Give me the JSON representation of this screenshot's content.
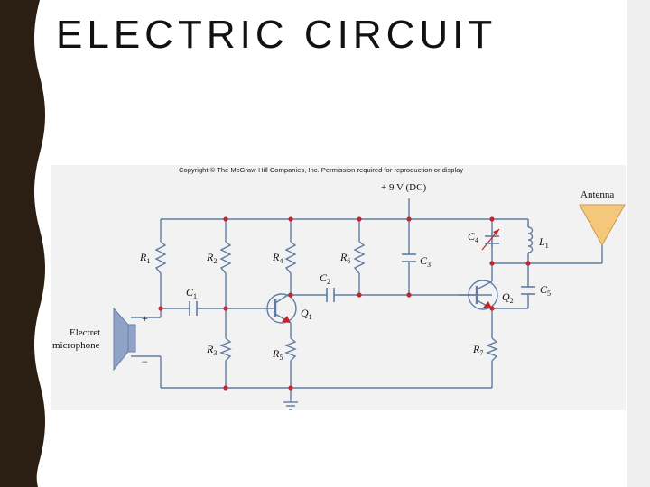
{
  "slide": {
    "title": "ELECTRIC CIRCUIT"
  },
  "figure": {
    "copyright": "Copyright © The McGraw-Hill Companies, Inc. Permission required for reproduction or display",
    "supply": "+ 9 V (DC)",
    "antenna": "Antenna",
    "microphone": [
      "Electret",
      "microphone"
    ],
    "plus": "+",
    "minus": "−",
    "components": {
      "R1": {
        "base": "R",
        "sub": "1"
      },
      "R2": {
        "base": "R",
        "sub": "2"
      },
      "R3": {
        "base": "R",
        "sub": "3"
      },
      "R4": {
        "base": "R",
        "sub": "4"
      },
      "R5": {
        "base": "R",
        "sub": "5"
      },
      "R6": {
        "base": "R",
        "sub": "6"
      },
      "R7": {
        "base": "R",
        "sub": "7"
      },
      "C1": {
        "base": "C",
        "sub": "1"
      },
      "C2": {
        "base": "C",
        "sub": "2"
      },
      "C3": {
        "base": "C",
        "sub": "3"
      },
      "C4": {
        "base": "C",
        "sub": "4"
      },
      "C5": {
        "base": "C",
        "sub": "5"
      },
      "L1": {
        "base": "L",
        "sub": "1"
      },
      "Q1": {
        "base": "Q",
        "sub": "1"
      },
      "Q2": {
        "base": "Q",
        "sub": "2"
      }
    }
  },
  "colors": {
    "border": "#2a1f12",
    "wire": "#5f7ca3",
    "node": "#c0272d",
    "antenna": "#f5c77a",
    "mic": "#8fa3c6"
  }
}
